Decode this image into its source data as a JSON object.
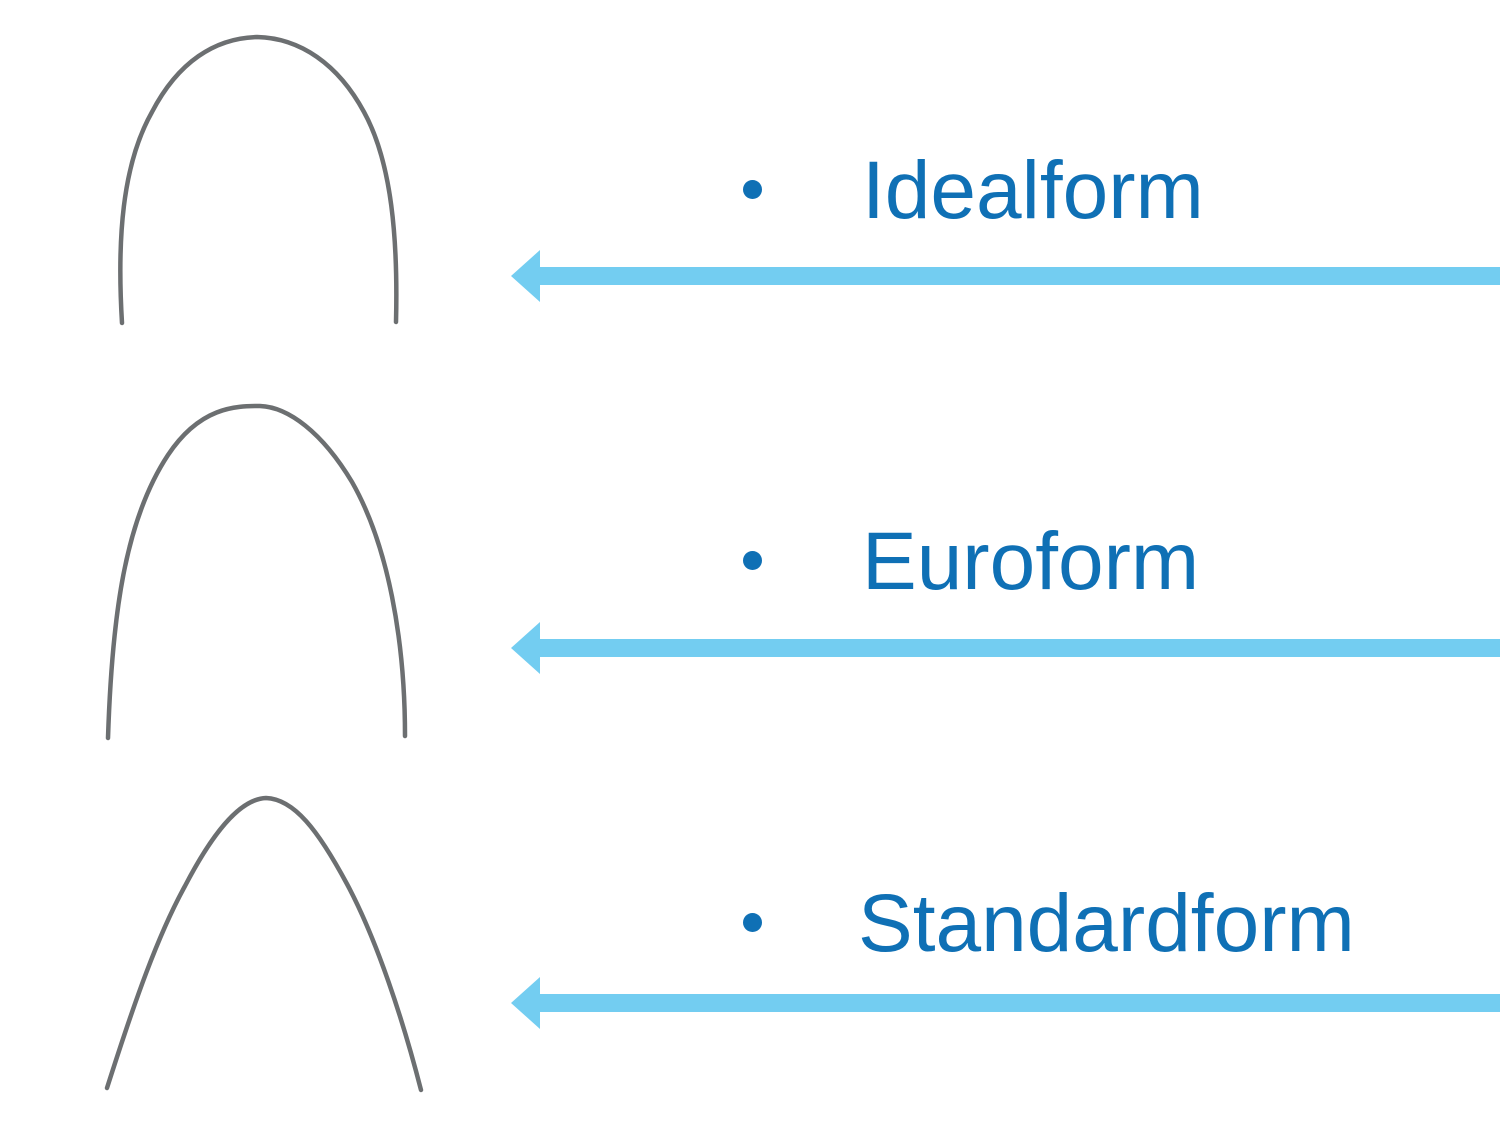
{
  "slide": {
    "background_color": "#ffffff",
    "accent_colors": {
      "label_blue": "#0f70b5",
      "arrow_light_blue": "#73cdf1",
      "wire_gray": "#6c6f71"
    },
    "items": [
      {
        "label": "Idealform",
        "bullet": "•",
        "image": "idealform-archwire",
        "arrow": "left-arrow"
      },
      {
        "label": "Euroform",
        "bullet": "•",
        "image": "euroform-archwire",
        "arrow": "left-arrow"
      },
      {
        "label": "Standardform",
        "bullet": "•",
        "image": "standardform-archwire",
        "arrow": "left-arrow"
      }
    ]
  }
}
